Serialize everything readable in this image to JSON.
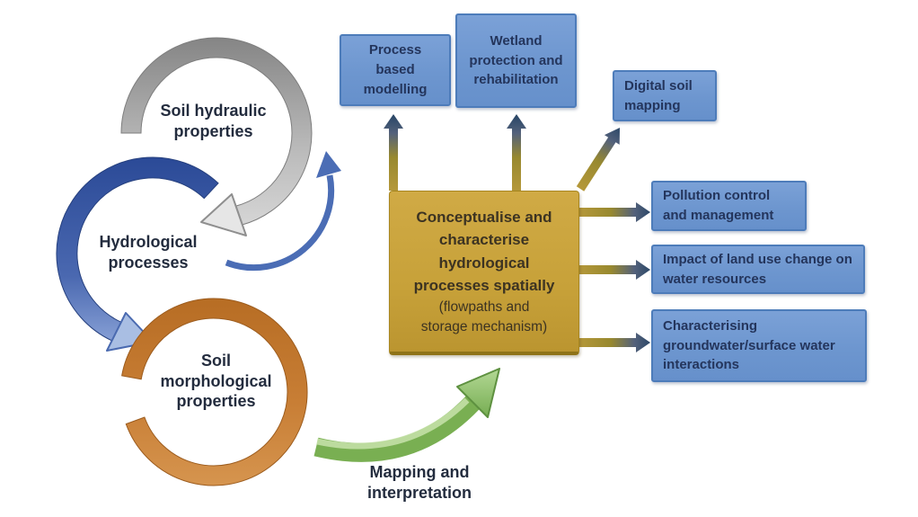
{
  "cycle": {
    "soil_hydraulic": {
      "label": "Soil hydraulic properties",
      "ring_color": "#9e9e9e"
    },
    "hydrological": {
      "label": "Hydrological processes",
      "ring_color": "#3d5fa8"
    },
    "soil_morphological": {
      "label": "Soil morphological properties",
      "ring_color": "#c67c34"
    },
    "mapping": {
      "label": "Mapping and interpretation",
      "arrow_color": "#7db356"
    }
  },
  "central_box": {
    "title": "Conceptualise and characterise hydrological processes spatially",
    "subtitle": "(flowpaths and storage mechanism)",
    "fill": "#c8a23c",
    "text_color": "#3c3322"
  },
  "outputs_top": [
    {
      "label": "Process based modelling"
    },
    {
      "label": "Wetland protection and rehabilitation"
    },
    {
      "label": "Digital soil mapping"
    }
  ],
  "outputs_right": [
    {
      "label": "Pollution control and management"
    },
    {
      "label": "Impact of land use change on water resources"
    },
    {
      "label": "Characterising groundwater/surface water interactions"
    }
  ],
  "colors": {
    "background": "#ffffff",
    "output_box_fill": "#6d96cf",
    "output_box_border": "#4d7cba",
    "output_box_text": "#24355c",
    "connector_gold": "#b5983a",
    "connector_navy": "#2c4868",
    "green_arrow": "#7db356",
    "thin_arc_blue": "#4b6db5"
  }
}
